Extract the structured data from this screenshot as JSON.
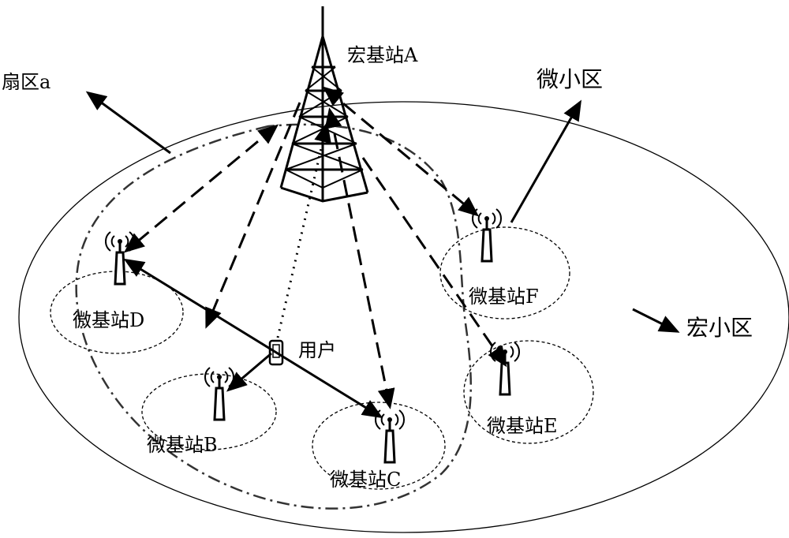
{
  "labels": {
    "macro_station": "宏基站A",
    "sector": "扇区a",
    "micro_cell": "微小区",
    "macro_cell": "宏小区",
    "user": "用户",
    "micro_b": "微基站B",
    "micro_c": "微基站C",
    "micro_d": "微基站D",
    "micro_e": "微基站E",
    "micro_f": "微基站F"
  },
  "colors": {
    "stroke": "#000000",
    "dashdot": "#333333",
    "background": "#ffffff"
  },
  "icons": [
    "macro-tower-icon",
    "micro-antenna-icon",
    "phone-icon"
  ]
}
